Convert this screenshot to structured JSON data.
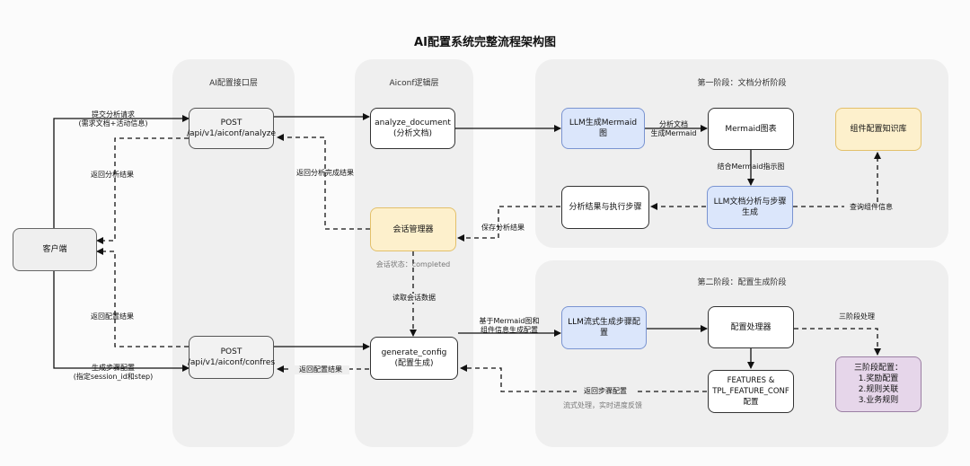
{
  "title": "AI配置系统完整流程架构图",
  "lanes": {
    "api": "AI配置接口层",
    "logic": "Aiconf逻辑层",
    "phase1": "第一阶段：文档分析阶段",
    "phase2": "第二阶段：配置生成阶段"
  },
  "nodes": {
    "client": "客户端",
    "post_analyze": "POST\n/api/v1/aiconf/analyze",
    "post_confres": "POST\n/api/v1/aiconf/confres",
    "analyze_document": "analyze_document\n(分析文档)",
    "session_manager": "会话管理器",
    "generate_config": "generate_config\n(配置生成)",
    "llm_mermaid": "LLM生成Mermaid图",
    "mermaid_chart": "Mermaid图表",
    "component_kb": "组件配置知识库",
    "llm_doc_analysis": "LLM文档分析与步骤\n生成",
    "analysis_result": "分析结果与执行步骤",
    "llm_stream": "LLM流式生成步骤配\n置",
    "config_processor": "配置处理器",
    "features_conf": "FEATURES &\nTPL_FEATURE_CONF\n配置",
    "three_stage": "三阶段配置：\n1.奖励配置\n2.规则关联\n3.业务规则"
  },
  "labels": {
    "submit_request": "提交分析请求\n(需求文档+活动信息)",
    "return_analysis": "返回分析结果",
    "return_analysis_done": "返回分析完成结果",
    "analyze_doc": "分析文档\n生成Mermaid",
    "combine_mermaid": "结合Mermaid指示图",
    "query_component": "查询组件信息",
    "save_analysis": "保存分析结果",
    "session_status": "会话状态：completed",
    "read_session": "读取会话数据",
    "return_config_left": "返回配置结果",
    "gen_step_config": "生成步骤配置\n(指定session_id和step)",
    "return_config_mid": "返回配置结果",
    "based_on_mermaid": "基于Mermaid图和\n组件信息生成配置",
    "three_stage_process": "三阶段处理",
    "return_step_config": "返回步骤配置",
    "stream_process": "流式处理，实时进度反馈"
  },
  "colors": {
    "blue_fill": "#dbe6fb",
    "yellow_fill": "#fdf0cc",
    "purple_fill": "#e6d6ea",
    "lane_fill": "#efefef"
  }
}
